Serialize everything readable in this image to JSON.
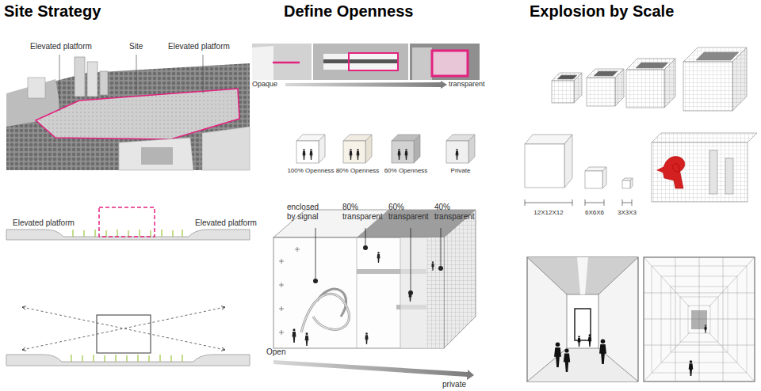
{
  "diagram": {
    "labels": [
      "Site Strategy",
      "Define Openness",
      "Explosion by Scale",
      "Elevated platform",
      "Site",
      "Elevated platform",
      "Elevated platform",
      "Elevated platform",
      "Opaque",
      "transparent",
      "100% Openness",
      "80% Openness",
      "60% Openness",
      "Private",
      "enclosed by signal",
      "80% transparent",
      "60% transparent",
      "40% transparent",
      "Open",
      "private",
      "12X12X12",
      "6X6X6",
      "3X3X3"
    ]
  }
}
